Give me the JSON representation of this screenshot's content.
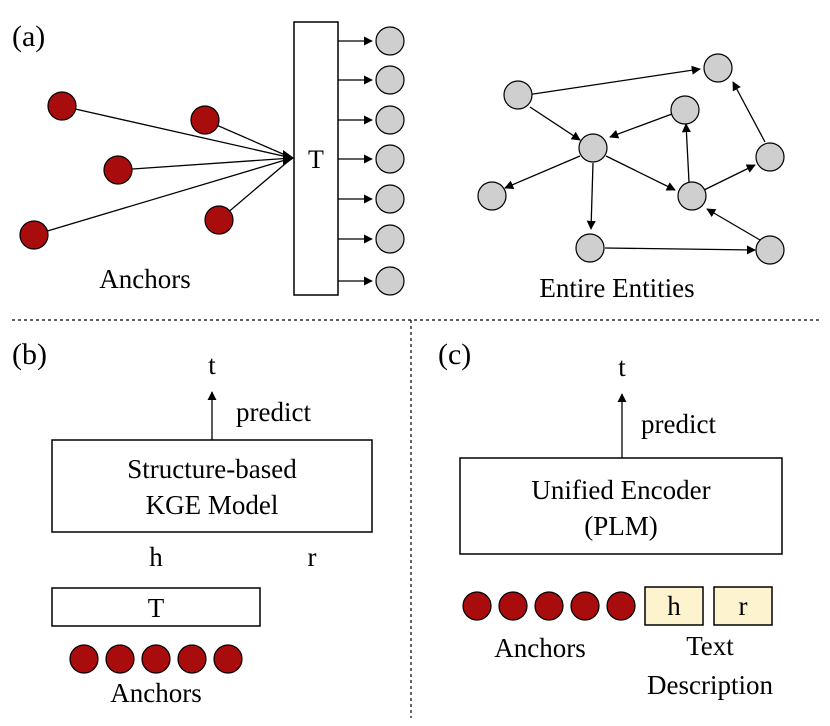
{
  "colors": {
    "anchor_fill": "#a80c0c",
    "entity_fill": "#cfcfcf",
    "text_token_fill": "#fdf3cf",
    "stroke": "#000000"
  },
  "panel_a": {
    "label": "(a)",
    "block_label": "T",
    "anchors_caption": "Anchors",
    "entities_caption": "Entire Entities",
    "anchor_count": 5,
    "output_count": 7
  },
  "panel_b": {
    "label": "(b)",
    "output": "t",
    "predict": "predict",
    "model_line1": "Structure-based",
    "model_line2": "KGE Model",
    "head": "h",
    "relation": "r",
    "block_label": "T",
    "anchors_caption": "Anchors",
    "anchor_count": 5
  },
  "panel_c": {
    "label": "(c)",
    "output": "t",
    "predict": "predict",
    "model_line1": "Unified Encoder",
    "model_line2": "(PLM)",
    "token_h": "h",
    "token_r": "r",
    "anchors_caption": "Anchors",
    "text_caption_line1": "Text",
    "text_caption_line2": "Description",
    "anchor_count": 5
  }
}
